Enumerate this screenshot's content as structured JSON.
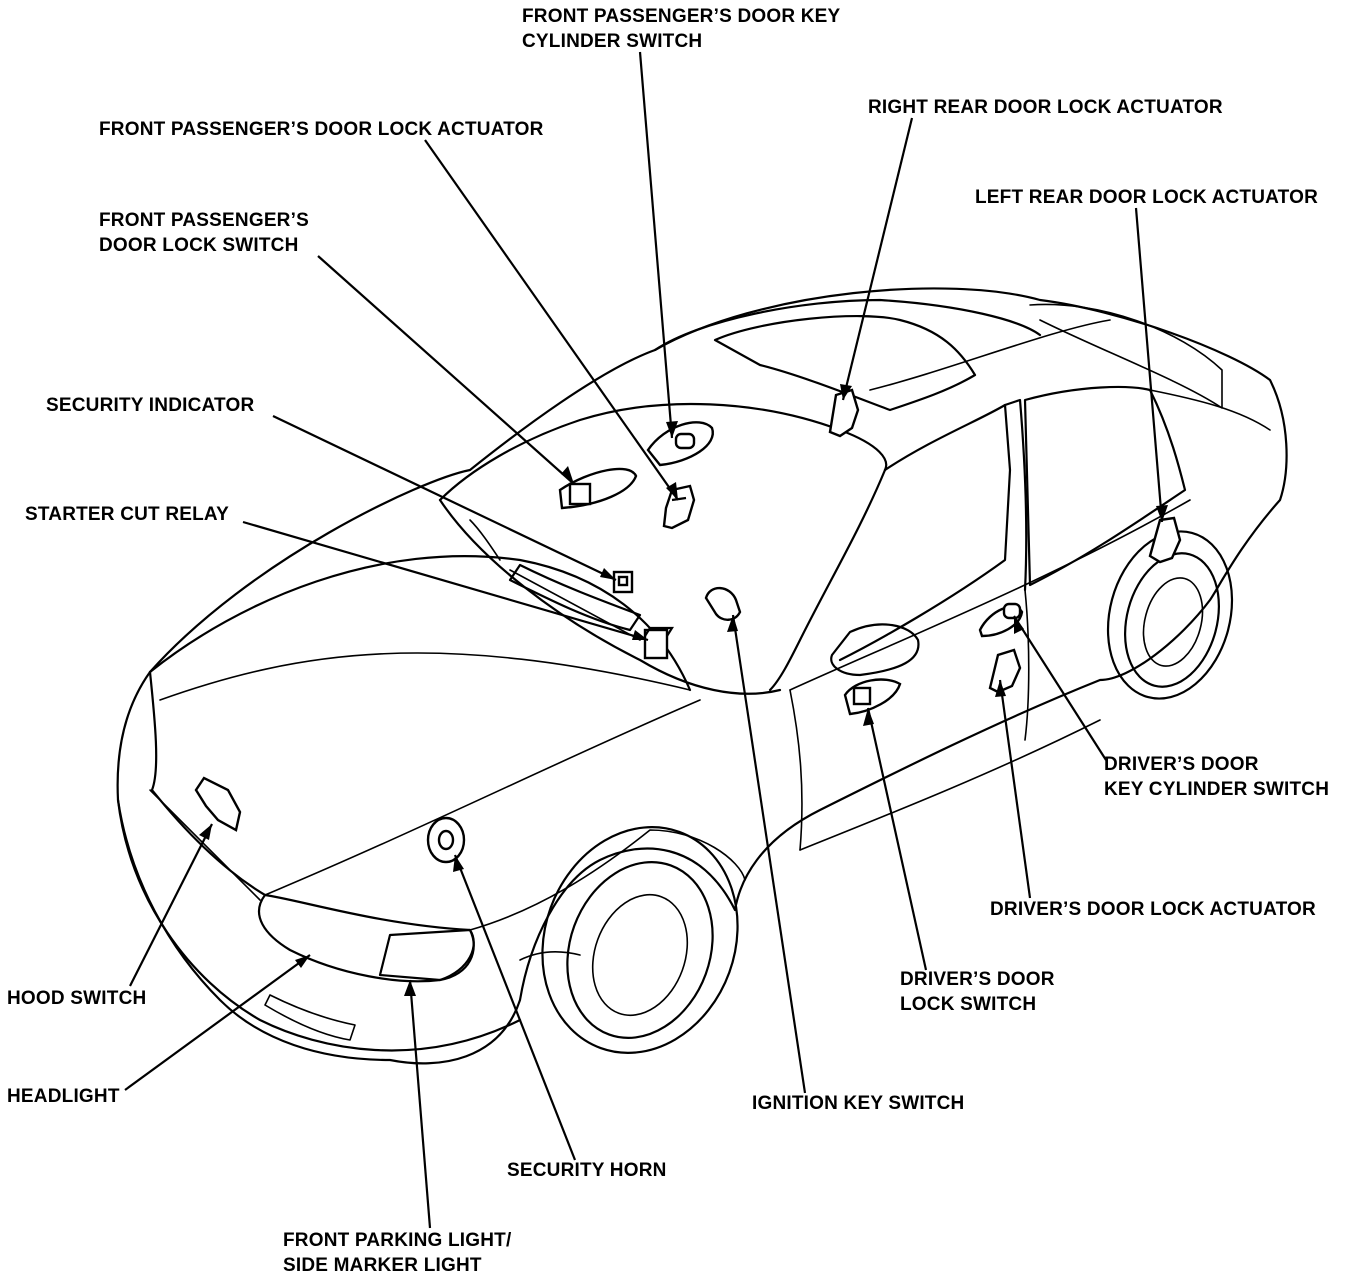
{
  "labels": {
    "front_passenger_key_cylinder": [
      "FRONT PASSENGER’S DOOR KEY",
      "CYLINDER SWITCH"
    ],
    "front_passenger_lock_actuator": [
      "FRONT PASSENGER’S DOOR LOCK ACTUATOR"
    ],
    "right_rear_lock_actuator": [
      "RIGHT REAR DOOR LOCK ACTUATOR"
    ],
    "front_passenger_lock_switch": [
      "FRONT PASSENGER’S",
      "DOOR LOCK SWITCH"
    ],
    "left_rear_lock_actuator": [
      "LEFT REAR DOOR LOCK ACTUATOR"
    ],
    "security_indicator": [
      "SECURITY INDICATOR"
    ],
    "starter_cut_relay": [
      "STARTER CUT RELAY"
    ],
    "drivers_key_cylinder": [
      "DRIVER’S DOOR",
      "KEY CYLINDER SWITCH"
    ],
    "drivers_lock_actuator": [
      "DRIVER’S DOOR LOCK ACTUATOR"
    ],
    "drivers_lock_switch": [
      "DRIVER’S DOOR",
      "LOCK SWITCH"
    ],
    "hood_switch": [
      "HOOD SWITCH"
    ],
    "headlight": [
      "HEADLIGHT"
    ],
    "ignition_key_switch": [
      "IGNITION KEY SWITCH"
    ],
    "security_horn": [
      "SECURITY HORN"
    ],
    "front_parking_light": [
      "FRONT PARKING LIGHT/",
      "SIDE MARKER LIGHT"
    ]
  }
}
